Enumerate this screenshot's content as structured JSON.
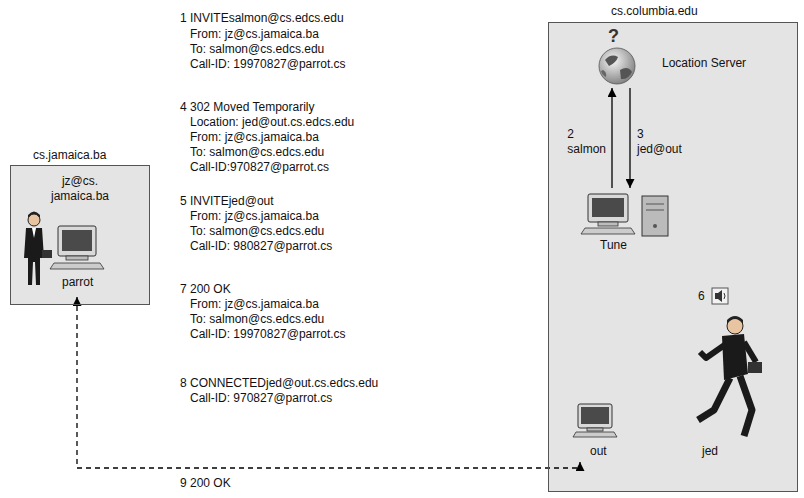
{
  "diagram": {
    "nodes": [
      {
        "text": [
          "cs.jamaica.ba",
          "jz@cs. jamaica.ba"
        ]
      },
      {
        "text": [
          "parrot"
        ],
        "in": 0
      },
      {
        "text": [
          "cs.columbia.edu"
        ]
      },
      {
        "text": [
          "?",
          "Location Server"
        ],
        "in": 2
      },
      {
        "text": [
          "Tune"
        ],
        "in": 2
      },
      {
        "text": [
          "out"
        ],
        "in": 2
      },
      {
        "text": [
          "jed"
        ],
        "in": 2
      }
    ],
    "edges": [
      {
        "from": 4,
        "to": 3,
        "label": "2 salmon",
        "arrow": "to"
      },
      {
        "from": 3,
        "to": 4,
        "label": "3 jed@out",
        "arrow": "to"
      },
      {
        "from": 1,
        "to": 5,
        "arrow": "both"
      }
    ],
    "labels": [
      "1 INVITEsalmon@cs.edcs.edu",
      "From: jz@cs.jamaica.ba",
      "To: salmon@cs.edcs.edu",
      "Call-ID: 19970827@parrot.cs",
      "4 302 Moved Temporarily",
      "Location: jed@out.cs.edcs.edu",
      "From: jz@cs.jamaica.ba",
      "To: salmon@cs.edcs.edu",
      "Call-ID:970827@parrot.cs",
      "5 INVITEjed@out",
      "From: jz@cs.jamaica.ba",
      "To: salmon@cs.edcs.edu",
      "Call-ID: 980827@parrot.cs",
      "7 200 OK",
      "From: jz@cs.jamaica.ba",
      "To: salmon@cs.edcs.edu",
      "Call-ID: 19970827@parrot.cs",
      "8 CONNECTEDjed@out.cs.edcs.edu",
      "Call-ID: 970827@parrot.cs",
      "9 200 OK",
      "6"
    ]
  }
}
